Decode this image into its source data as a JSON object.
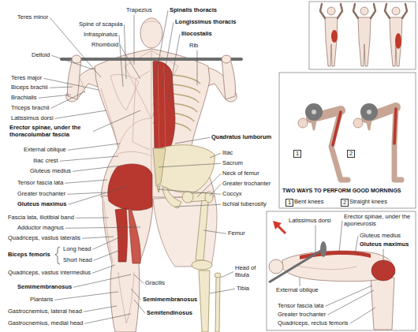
{
  "diagram": {
    "labels": [
      "Teres minor",
      "Trapezius",
      "Spine of scapula",
      "Infraspinatus",
      "Rhomboid",
      "Deltoid",
      "Teres major",
      "Biceps brachii",
      "Brachialis",
      "Triceps brachii",
      "Latissimus dorsi",
      "Erector spinae, under the thoracolumbar fascia",
      "External oblique",
      "Iliac crest",
      "Gluteus medius",
      "Tensor fascia lata",
      "Greater trochanter",
      "Gluteus maximus",
      "Fascia lata, iliotibial band",
      "Adductor magnus",
      "Quadriceps, vastus lateralis",
      "Biceps femoris",
      "Long head",
      "Short head",
      "Quadriceps, vastus intermedius",
      "Semimembranosus",
      "Plantaris",
      "Gastrocnemius, lateral head",
      "Gastrocnemius, medial head",
      "Spinalis thoracis",
      "Longissimus thoracis",
      "Iliocostalis",
      "Rib",
      "Quadratus lumborum",
      "Iliac",
      "Sacrum",
      "Neck of femur",
      "Greater trochanter",
      "Coccyx",
      "Ischial tuberosity",
      "Femur",
      "Head of fibula",
      "Tibia",
      "Gracilis",
      "Semimembranosus",
      "Semitendinosus",
      "1",
      "2",
      "TWO WAYS TO PERFORM GOOD MORNINGS",
      "1",
      "Bent knees",
      "2",
      "Straight knees",
      "Latissimus dorsi",
      "Erector spinae, under the aponeurosis",
      "Gluteus medius",
      "Gluteus maximus",
      "External oblique",
      "Tensor fascia lata",
      "Greater trochanter",
      "Quadriceps, rectus femoris"
    ]
  }
}
